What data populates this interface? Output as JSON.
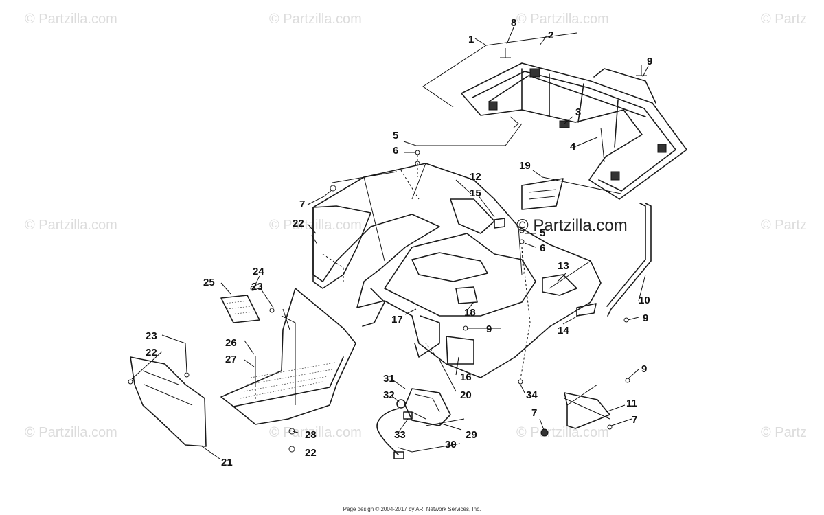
{
  "watermarks": {
    "brand": "© Partzilla.com",
    "brand_cut": "© Partz",
    "main": "© Partzilla.com"
  },
  "footer": {
    "text": "Page design © 2004-2017 by ARI Network Services, Inc."
  },
  "callouts": [
    "1",
    "2",
    "3",
    "4",
    "5",
    "6",
    "7",
    "8",
    "9",
    "10",
    "11",
    "12",
    "13",
    "14",
    "15",
    "16",
    "17",
    "18",
    "19",
    "20",
    "21",
    "22",
    "23",
    "24",
    "25",
    "26",
    "27",
    "28",
    "29",
    "30",
    "31",
    "32",
    "33",
    "34",
    "5",
    "6",
    "7",
    "7",
    "7",
    "9",
    "9",
    "9",
    "9",
    "22",
    "22",
    "22",
    "23",
    "23"
  ],
  "colors": {
    "line": "#1a1a1a",
    "watermark": "#dcdcdc",
    "background": "#ffffff"
  }
}
